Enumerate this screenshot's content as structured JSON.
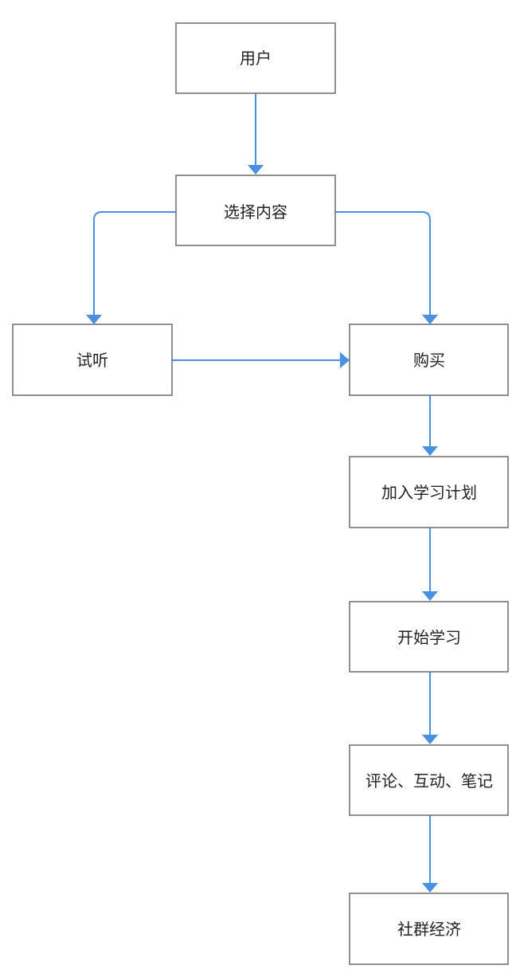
{
  "colors": {
    "edge": "#4a90e2",
    "node_border": "#6b6b6b",
    "text": "#222222",
    "background": "#ffffff"
  },
  "nodes": {
    "user": "用户",
    "select_content": "选择内容",
    "trial_listen": "试听",
    "purchase": "购买",
    "add_to_plan": "加入学习计划",
    "start_learning": "开始学习",
    "comment_interact_notes": "评论、互动、笔记",
    "community_economy": "社群经济"
  },
  "edges": [
    {
      "from": "user",
      "to": "select_content"
    },
    {
      "from": "select_content",
      "to": "trial_listen"
    },
    {
      "from": "select_content",
      "to": "purchase"
    },
    {
      "from": "trial_listen",
      "to": "purchase"
    },
    {
      "from": "purchase",
      "to": "add_to_plan"
    },
    {
      "from": "add_to_plan",
      "to": "start_learning"
    },
    {
      "from": "start_learning",
      "to": "comment_interact_notes"
    },
    {
      "from": "comment_interact_notes",
      "to": "community_economy"
    }
  ]
}
